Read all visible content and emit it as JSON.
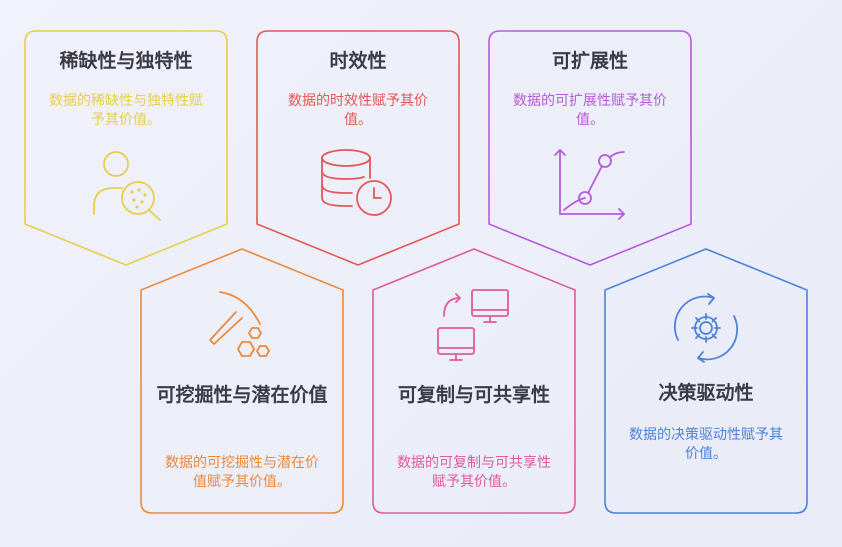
{
  "cards": [
    {
      "title": "稀缺性与独特性",
      "desc": "数据的稀缺性与独特性赋予其价值。",
      "color": "#e6cf4a",
      "icon": "user-search-icon"
    },
    {
      "title": "时效性",
      "desc": "数据的时效性赋予其价值。",
      "color": "#e35757",
      "icon": "database-clock-icon"
    },
    {
      "title": "可扩展性",
      "desc": "数据的可扩展性赋予其价值。",
      "color": "#b65bd9",
      "icon": "growth-curve-icon"
    },
    {
      "title": "可挖掘性与潜在价值",
      "desc": "数据的可挖掘性与潜在价值赋予其价值。",
      "color": "#ec8a3c",
      "icon": "pickaxe-icon"
    },
    {
      "title": "可复制与可共享性",
      "desc": "数据的可复制与可共享性赋予其价值。",
      "color": "#e05a9c",
      "icon": "monitor-sync-icon"
    },
    {
      "title": "决策驱动性",
      "desc": "数据的决策驱动性赋予其价值。",
      "color": "#4d82db",
      "icon": "gear-cycle-icon"
    }
  ]
}
